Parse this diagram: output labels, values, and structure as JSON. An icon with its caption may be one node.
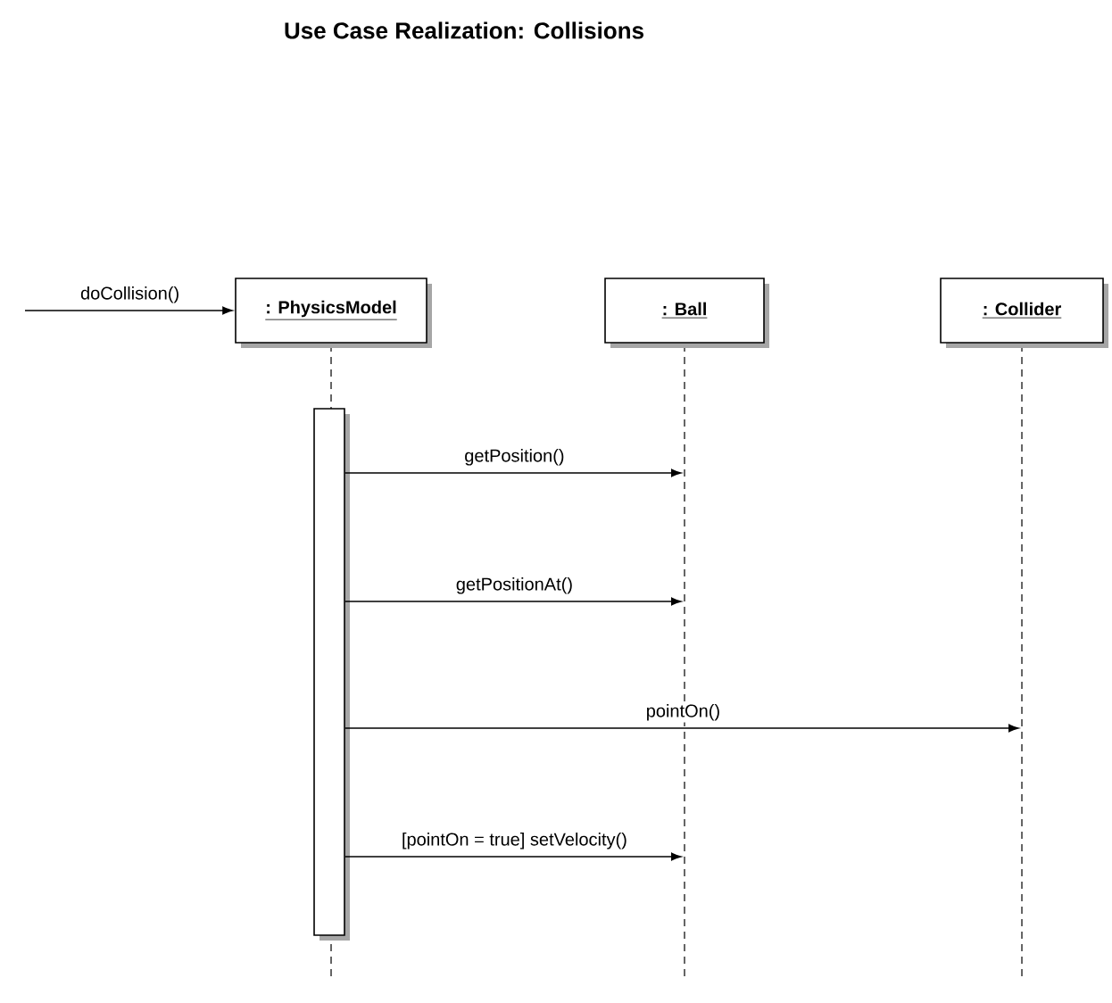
{
  "diagram": {
    "title": "Use Case Realization: Collisions",
    "nodes": [
      {
        "text": [
          ": PhysicsModel"
        ]
      },
      {
        "text": [
          ": Ball"
        ]
      },
      {
        "text": [
          ": Collider"
        ]
      },
      {
        "text": [],
        "shape": "line"
      },
      {
        "text": [],
        "shape": "line"
      },
      {
        "text": [],
        "shape": "line"
      },
      {
        "text": [],
        "shape": "bar"
      }
    ],
    "edges": [
      {
        "from": null,
        "to": 0,
        "arrow": "to",
        "label": "doCollision()"
      },
      {
        "from": 6,
        "to": 4,
        "arrow": "to",
        "label": "getPosition()"
      },
      {
        "from": 6,
        "to": 4,
        "arrow": "to",
        "label": "getPositionAt()"
      },
      {
        "from": 6,
        "to": 5,
        "arrow": "to",
        "label": "pointOn()"
      },
      {
        "from": 6,
        "to": 4,
        "arrow": "to",
        "label": "[pointOn = true] setVelocity()"
      }
    ]
  }
}
